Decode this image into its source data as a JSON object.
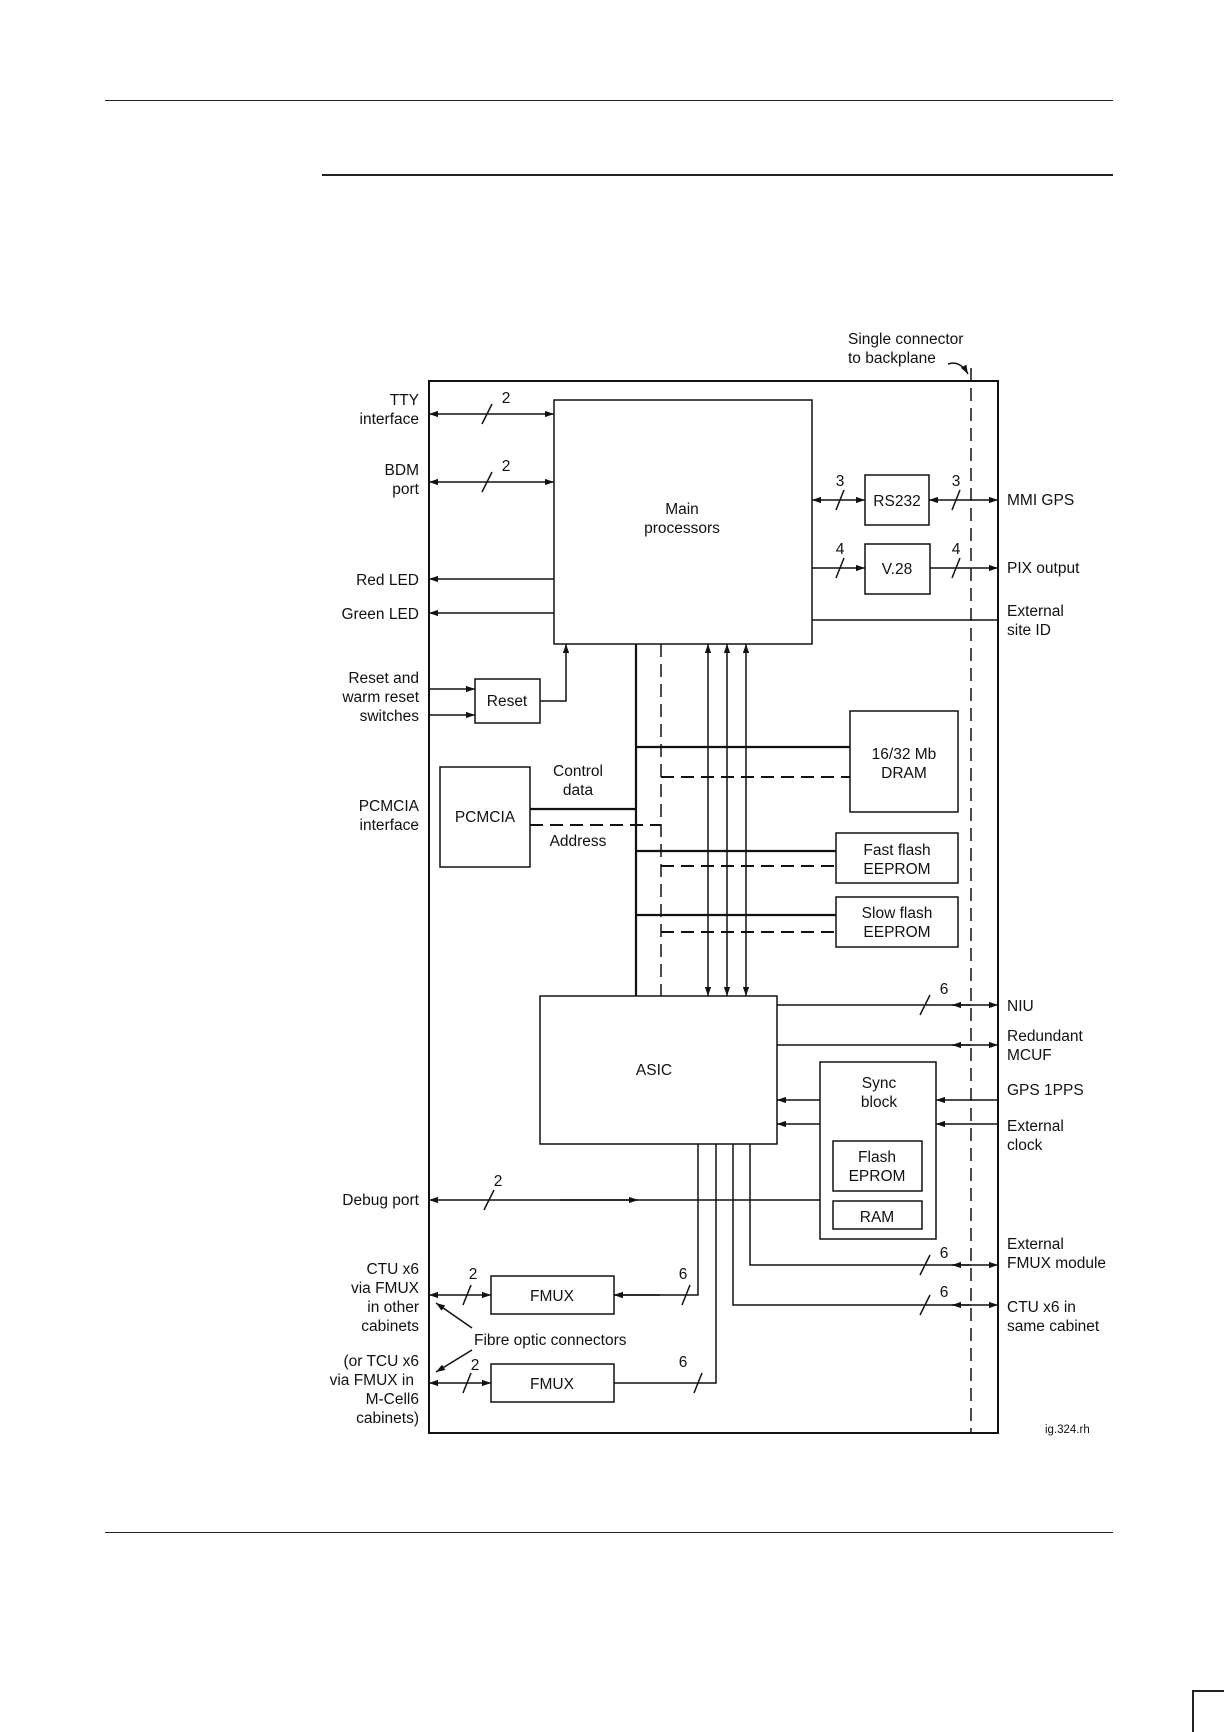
{
  "labels": {
    "connector": [
      "Single connector",
      "to backplane"
    ],
    "tty": [
      "TTY",
      "interface"
    ],
    "bdm": [
      "BDM",
      "port"
    ],
    "red_led": "Red LED",
    "green_led": "Green LED",
    "reset_sw": [
      "Reset and",
      "warm reset",
      "switches"
    ],
    "pcmcia_if": [
      "PCMCIA",
      "interface"
    ],
    "debug": "Debug port",
    "ctu_other": [
      "CTU x6",
      "via FMUX",
      "in other",
      "cabinets"
    ],
    "fibre": "Fibre optic connectors",
    "tcu": [
      "(or TCU x6",
      "via FMUX in",
      "M-Cell6",
      "cabinets)"
    ],
    "mmi_gps": "MMI GPS",
    "pix": "PIX output",
    "ext_site": [
      "External",
      "site ID"
    ],
    "niu": "NIU",
    "red_mcuf": [
      "Redundant",
      "MCUF"
    ],
    "gps_1pps": "GPS 1PPS",
    "ext_clock": [
      "External",
      "clock"
    ],
    "ext_fmux": [
      "External",
      "FMUX module"
    ],
    "ctu_same": [
      "CTU x6 in",
      "same cabinet"
    ],
    "control": [
      "Control",
      "data"
    ],
    "address": "Address",
    "figure_id": "ig.324.rh"
  },
  "blocks": {
    "main": [
      "Main",
      "processors"
    ],
    "rs232": "RS232",
    "v28": "V.28",
    "reset": "Reset",
    "dram": [
      "16/32 Mb",
      "DRAM"
    ],
    "pcmcia": "PCMCIA",
    "fastflash": [
      "Fast flash",
      "EEPROM"
    ],
    "slowflash": [
      "Slow flash",
      "EEPROM"
    ],
    "asic": "ASIC",
    "sync": [
      "Sync",
      "block"
    ],
    "flashep": [
      "Flash",
      "EPROM"
    ],
    "ram": "RAM",
    "fmux1": "FMUX",
    "fmux2": "FMUX"
  },
  "bus_widths": {
    "tty": "2",
    "bdm": "2",
    "rs232_in": "3",
    "rs232_out": "3",
    "v28_in": "4",
    "v28_out": "4",
    "niu": "6",
    "debug": "2",
    "ext_fmux": "6",
    "ctu_same": "6",
    "fmux1_in": "2",
    "fmux1_out": "6",
    "fmux2_in": "2",
    "fmux2_out": "6"
  }
}
